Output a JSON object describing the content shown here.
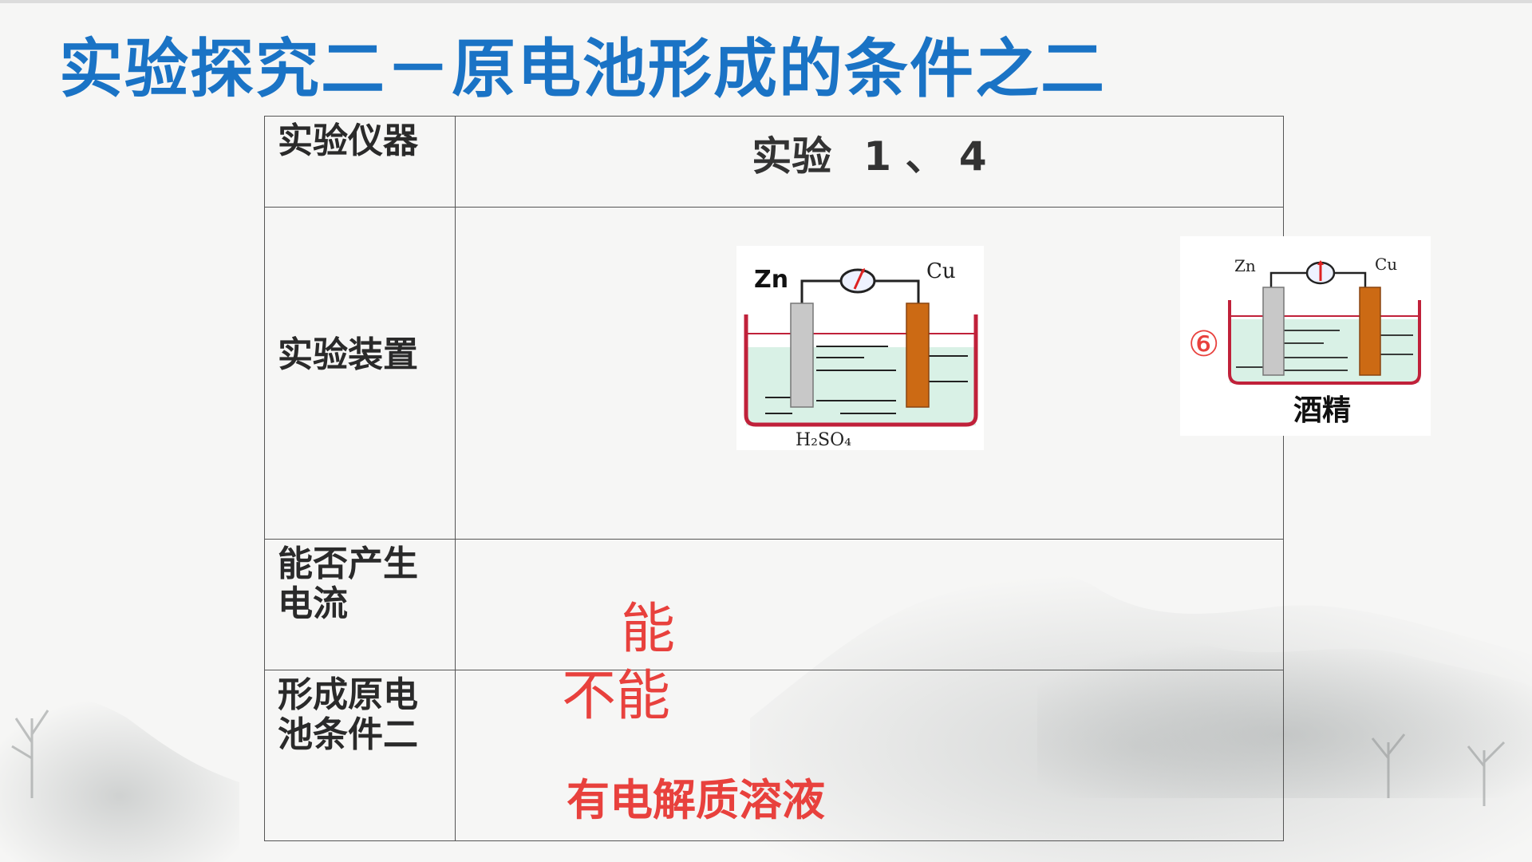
{
  "slide": {
    "title": "实验探究二－原电池形成的条件之二"
  },
  "table": {
    "header_label": "实验仪器",
    "header_exp_word": "实验",
    "header_exp_nums": "1 、 4",
    "row_apparatus_label": "实验装置",
    "row_current_label_line1": "能否产生",
    "row_current_label_line2": "电流",
    "row_condition_label_line1": "形成原电",
    "row_condition_label_line2": "池条件二"
  },
  "apparatus_left": {
    "anode_label": "Zn",
    "cathode_label": "Cu",
    "solution_label": "H₂SO₄"
  },
  "apparatus_right": {
    "anode_label": "Zn",
    "cathode_label": "Cu",
    "marker": "⑥",
    "solution_label": "酒精"
  },
  "answers": {
    "can": "能",
    "cannot": "不能",
    "condition": "有电解质溶液"
  },
  "colors": {
    "title": "#1a73c5",
    "answer": "#e8413d",
    "beaker": "#c0213a",
    "zinc": "#c8c8c8",
    "copper": "#cc6a14",
    "liquid": "#d9f1e6"
  }
}
